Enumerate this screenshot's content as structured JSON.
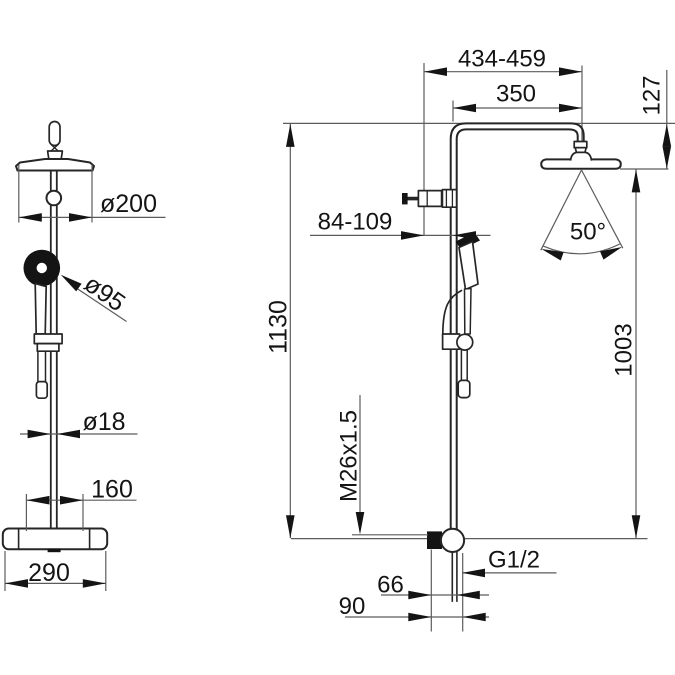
{
  "drawing": {
    "colors": {
      "bg": "#ffffff",
      "line": "#262626",
      "dim": "#5c5c5c",
      "ink": "#141414"
    },
    "front_view": {
      "overhead_diameter": "ø200",
      "handshower_diameter": "ø95",
      "rail_diameter": "ø18",
      "connection_spacing": "160",
      "body_width": "290"
    },
    "side_view": {
      "reach_range": "434-459",
      "arm_length": "350",
      "head_drop": "127",
      "wall_distance": "84-109",
      "spray_angle": "50°",
      "total_height": "1130",
      "head_height": "1003",
      "thread": "M26x1.5",
      "outlet_thread": "G1/2",
      "outlet_offset_inner": "66",
      "outlet_offset_outer": "90"
    }
  }
}
